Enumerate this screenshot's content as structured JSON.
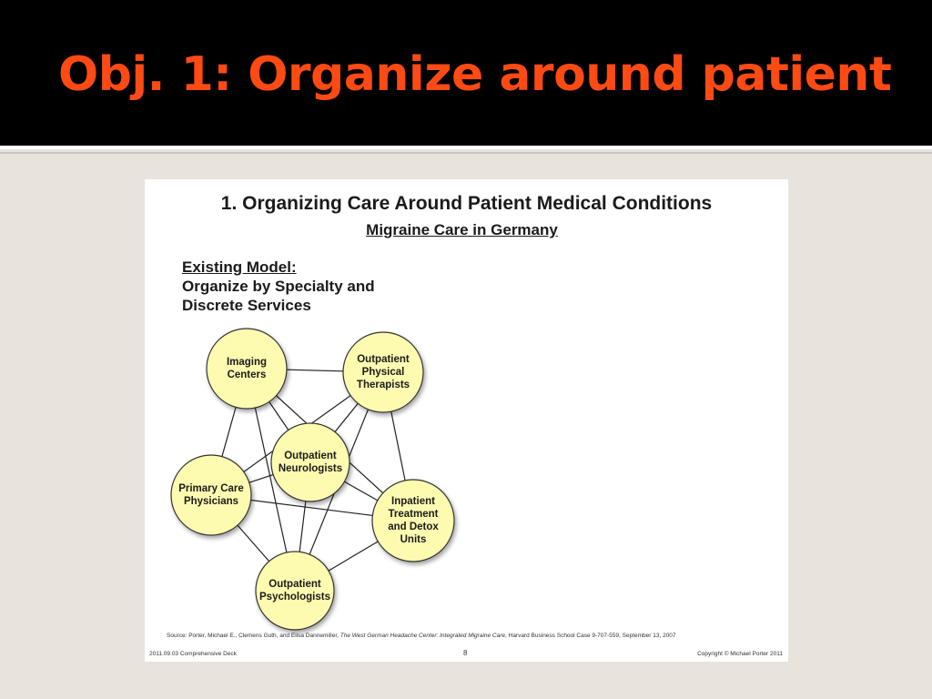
{
  "header": {
    "title": "Obj. 1: Organize around patient",
    "title_color": "#ff4a14",
    "background": "#000000"
  },
  "slide": {
    "title": "1. Organizing Care Around Patient Medical Conditions",
    "subtitle": "Migraine Care in Germany",
    "model_heading": "Existing Model:",
    "model_line1": "Organize by Specialty and",
    "model_line2": "Discrete Services",
    "node_fill": "#fdfbb0",
    "nodes": [
      {
        "id": "imaging",
        "lines": [
          "Imaging",
          "Centers"
        ]
      },
      {
        "id": "pt",
        "lines": [
          "Outpatient",
          "Physical",
          "Therapists"
        ]
      },
      {
        "id": "neuro",
        "lines": [
          "Outpatient",
          "Neurologists"
        ]
      },
      {
        "id": "pcp",
        "lines": [
          "Primary Care",
          "Physicians"
        ]
      },
      {
        "id": "inpatient",
        "lines": [
          "Inpatient",
          "Treatment",
          "and Detox",
          "Units"
        ]
      },
      {
        "id": "psych",
        "lines": [
          "Outpatient",
          "Psychologists"
        ]
      }
    ],
    "edges": [
      [
        "imaging",
        "pt"
      ],
      [
        "imaging",
        "neuro"
      ],
      [
        "imaging",
        "pcp"
      ],
      [
        "imaging",
        "inpatient"
      ],
      [
        "imaging",
        "psych"
      ],
      [
        "pt",
        "neuro"
      ],
      [
        "pt",
        "pcp"
      ],
      [
        "pt",
        "inpatient"
      ],
      [
        "pt",
        "psych"
      ],
      [
        "neuro",
        "pcp"
      ],
      [
        "neuro",
        "inpatient"
      ],
      [
        "neuro",
        "psych"
      ],
      [
        "pcp",
        "inpatient"
      ],
      [
        "pcp",
        "psych"
      ],
      [
        "inpatient",
        "psych"
      ]
    ],
    "source_prefix": "Source:  Porter, Michael E., Clemens Guth, and Elisa Dannemiller, ",
    "source_title": "The West German Headache Center: Integrated Migraine Care",
    "source_suffix": ", Harvard Business School Case 9-707-559, September 13, 2007",
    "footer_left": "2011.09.03 Comprehensive Deck",
    "page_number": "8",
    "footer_right": "Copyright © Michael Porter 2011"
  }
}
